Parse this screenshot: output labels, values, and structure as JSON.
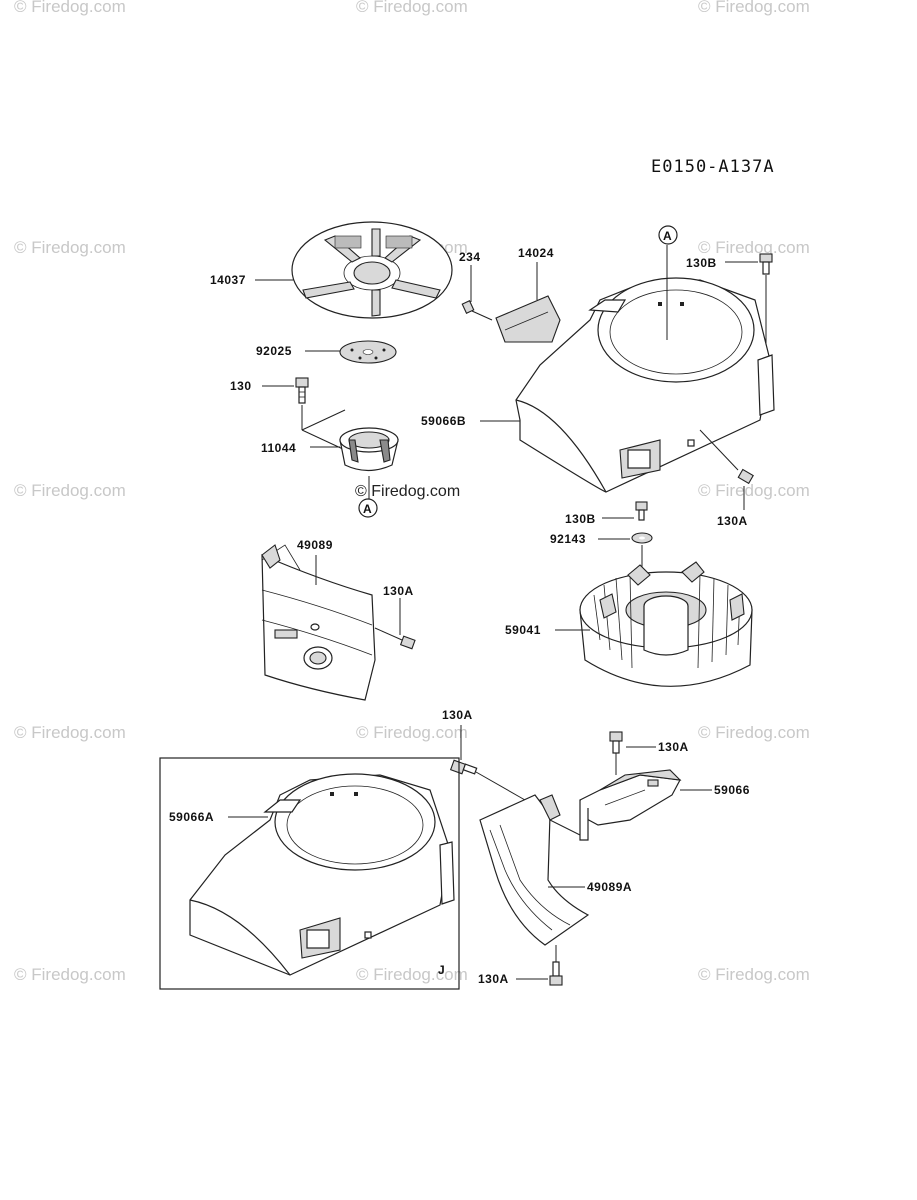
{
  "diagram_id": "E0150-A137A",
  "watermark_text": "© Firedog.com",
  "center_watermark": "© Firedog.com",
  "callout_A": "A",
  "box_corner_label": "J",
  "labels": {
    "p14037": "14037",
    "p234": "234",
    "p14024": "14024",
    "p130B_top": "130B",
    "p92025": "92025",
    "p130": "130",
    "p59066B": "59066B",
    "p11044": "11044",
    "p130A_right": "130A",
    "p130B_mid": "130B",
    "p92143": "92143",
    "p49089": "49089",
    "p130A_left": "130A",
    "p59041": "59041",
    "p130A_midtop": "130A",
    "p130A_bracket": "130A",
    "p59066": "59066",
    "p59066A": "59066A",
    "p49089A": "49089A",
    "p130A_bottom": "130A"
  }
}
